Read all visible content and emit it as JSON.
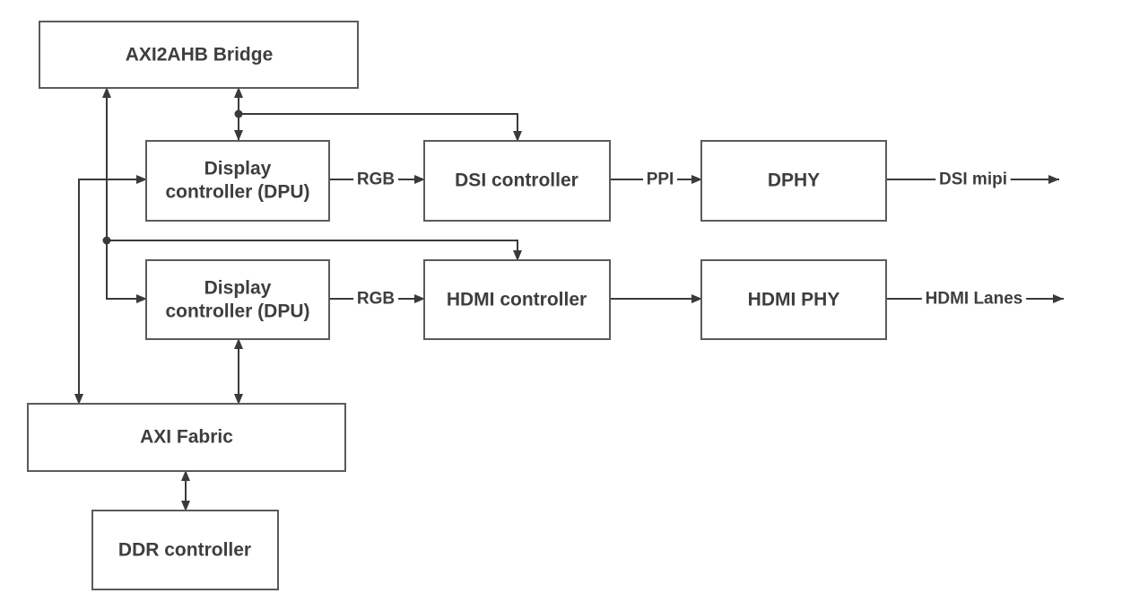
{
  "diagram": {
    "blocks": {
      "axi2ahb_bridge": {
        "label": "AXI2AHB Bridge"
      },
      "dpu_dsi": {
        "line1": "Display",
        "line2": "controller (DPU)"
      },
      "dsi_controller": {
        "label": "DSI controller"
      },
      "dphy": {
        "label": "DPHY"
      },
      "dpu_hdmi": {
        "line1": "Display",
        "line2": "controller (DPU)"
      },
      "hdmi_controller": {
        "label": "HDMI controller"
      },
      "hdmi_phy": {
        "label": "HDMI PHY"
      },
      "axi_fabric": {
        "label": "AXI Fabric"
      },
      "ddr_controller": {
        "label": "DDR controller"
      }
    },
    "connector_labels": {
      "dpu_to_dsi": "RGB",
      "dsi_to_dphy": "PPI",
      "dphy_output": "DSI mipi",
      "dpu_to_hdmi": "RGB",
      "hdmi_phy_output": "HDMI Lanes"
    },
    "colors": {
      "background": "#ffffff",
      "line": "#3a3a3a",
      "box_border": "#5b5b5b",
      "text": "#3e3e3e"
    }
  }
}
